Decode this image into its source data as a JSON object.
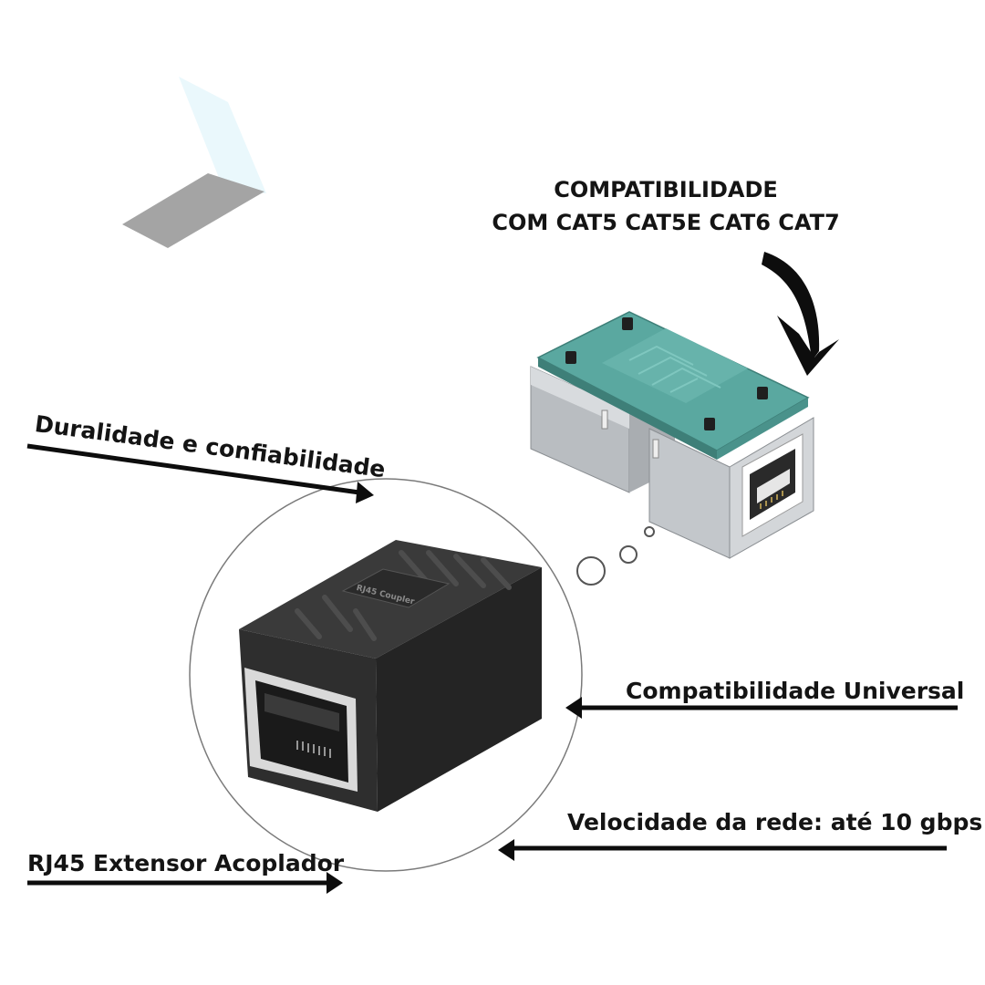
{
  "compatibility": {
    "line1": "COMPATIBILIDADE",
    "line2": "COM CAT5 CAT5E CAT6 CAT7"
  },
  "features": {
    "durability": "Duralidade e confiabilidade",
    "universal": "Compatibilidade Universal",
    "speed": "Velocidade da rede: até 10 gbps",
    "product": "RJ45 Extensor Acoplador"
  },
  "product_print": {
    "embossed_text": "RJ45 Coupler"
  },
  "colors": {
    "arrow": "#0d0d0d",
    "pcb": "#5aa8a0",
    "coupler_body": "#2e2e2e",
    "port_frame": "#d9d9d9",
    "metal": "#bfc3c6"
  },
  "icons": {
    "arrows": "arrow-right-icon / arrow-left-icon",
    "thought": "thought-bubble-icon",
    "curved": "curved-arrow-down-icon"
  }
}
